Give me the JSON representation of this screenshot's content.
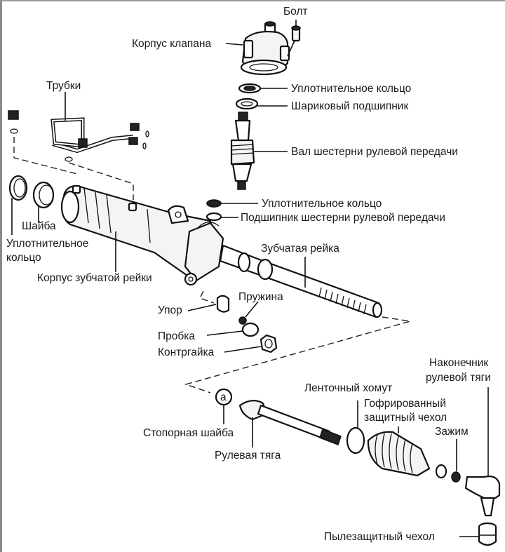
{
  "title": "Рулевой механизм с зубчатой рейкой — покомпонентный вид",
  "labels": {
    "bolt": "Болт",
    "valve_body": "Корпус клапана",
    "seal_ring_top": "Уплотнительное кольцо",
    "ball_bearing": "Шариковый подшипник",
    "pinion_shaft": "Вал шестерни рулевой передачи",
    "tubes": "Трубки",
    "seal_ring_mid": "Уплотнительное кольцо",
    "pinion_bearing": "Подшипник шестерни рулевой передачи",
    "washer": "Шайба",
    "seal_ring_left_1": "Уплотнительное",
    "seal_ring_left_2": "кольцо",
    "rack_housing": "Корпус зубчатой рейки",
    "rack": "Зубчатая рейка",
    "spring": "Пружина",
    "stop": "Упор",
    "plug": "Пробка",
    "locknut": "Контргайка",
    "tie_rod_end_1": "Наконечник",
    "tie_rod_end_2": "рулевой тяги",
    "band_clamp": "Ленточный хомут",
    "bellows_1": "Гофрированный",
    "bellows_2": "защитный чехол",
    "clip": "Зажим",
    "lock_washer": "Стопорная шайба",
    "tie_rod": "Рулевая тяга",
    "dust_boot": "Пылезащитный чехол"
  }
}
